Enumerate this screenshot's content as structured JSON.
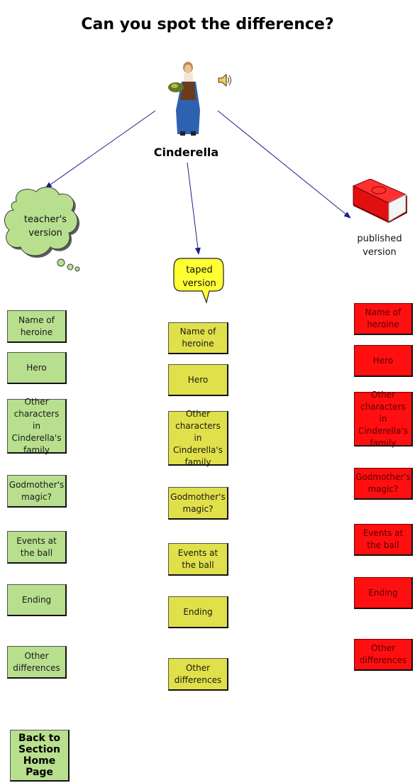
{
  "title": "Can you spot the difference?",
  "center": {
    "label": "Cinderella",
    "sound_icon": "speaker-icon"
  },
  "versions": {
    "teacher": {
      "label": "teacher's version",
      "color": "#b8df8e"
    },
    "taped": {
      "label": "taped version",
      "color": "#ffff33"
    },
    "published": {
      "label": "published version",
      "color": "#ff0f0f"
    }
  },
  "columns": {
    "teacher": [
      "Name of heroine",
      "Hero",
      "Other characters in Cinderella's family",
      "Godmother's magic?",
      "Events at the ball",
      "Ending",
      "Other differences"
    ],
    "taped": [
      "Name of heroine",
      "Hero",
      "Other characters in Cinderella's family",
      "Godmother's magic?",
      "Events at the ball",
      "Ending",
      "Other differences"
    ],
    "published": [
      "Name of heroine",
      "Hero",
      "Other characters in Cinderella's family",
      "Godmother's magic?",
      "Events at the ball",
      "Ending",
      "Other differences"
    ]
  },
  "back_button": {
    "label": "Back to Section Home Page"
  }
}
